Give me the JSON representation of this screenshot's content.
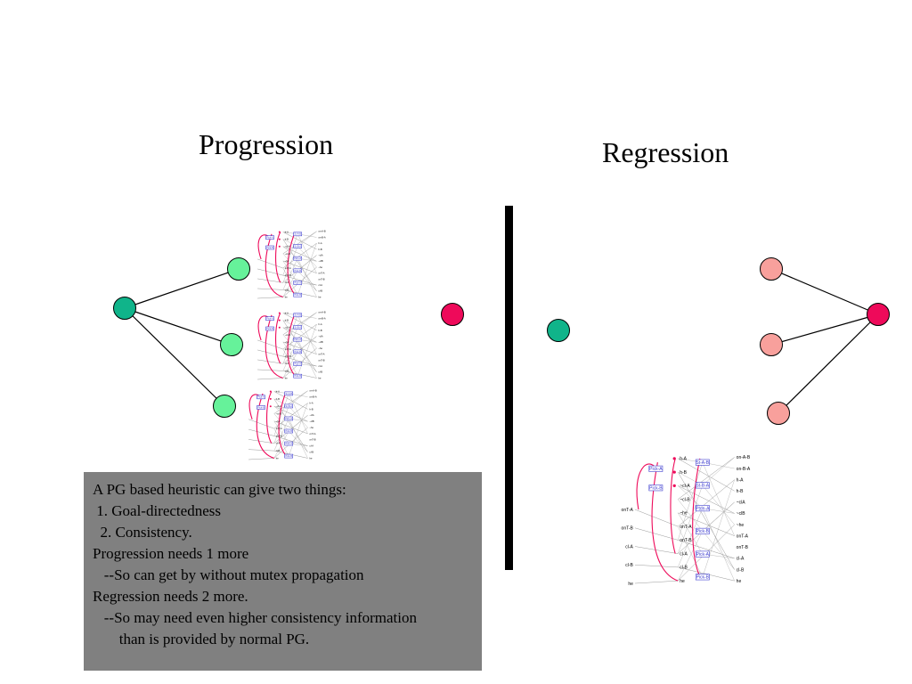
{
  "titles": {
    "progression": "Progression",
    "regression": "Regression"
  },
  "colors": {
    "progression_root": "#10b48a",
    "progression_child": "#66f29a",
    "target_node": "#ee0a5a",
    "regression_child": "#f8a09c",
    "textbox_bg": "#808080",
    "pg_mutex": "#ee0a5a",
    "pg_action": "#4040d0"
  },
  "textbox": {
    "lines": [
      "A PG based heuristic can give two things:",
      " 1. Goal-directedness",
      "  2. Consistency.",
      "Progression needs 1 more",
      "   --So can get by without mutex propagation",
      "Regression needs 2 more.",
      "   --So may need even higher consistency information",
      "       than is provided by normal PG."
    ]
  },
  "planning_graph": {
    "level0_left": [
      "onT-A",
      "onT-B",
      "cl-A",
      "cl-B",
      "he"
    ],
    "actions1": [
      "Pick-A",
      "Pick-B"
    ],
    "level1": [
      "h-A",
      "h-B",
      "~cl-A",
      "~cl-B",
      "~he",
      "onT-A",
      "onT-B",
      "cl-A",
      "cl-B",
      "he"
    ],
    "actions2": [
      "St-A-B",
      "St-B-A",
      "Ptdn-A",
      "Pick-B",
      "Pick-A",
      "Pick-B"
    ],
    "level2": [
      "on-A-B",
      "on-B-A",
      "h-A",
      "h-B",
      "~clA",
      "~clB",
      "~he",
      "onT-A",
      "onT-B",
      "cl-A",
      "cl-B",
      "he"
    ]
  }
}
